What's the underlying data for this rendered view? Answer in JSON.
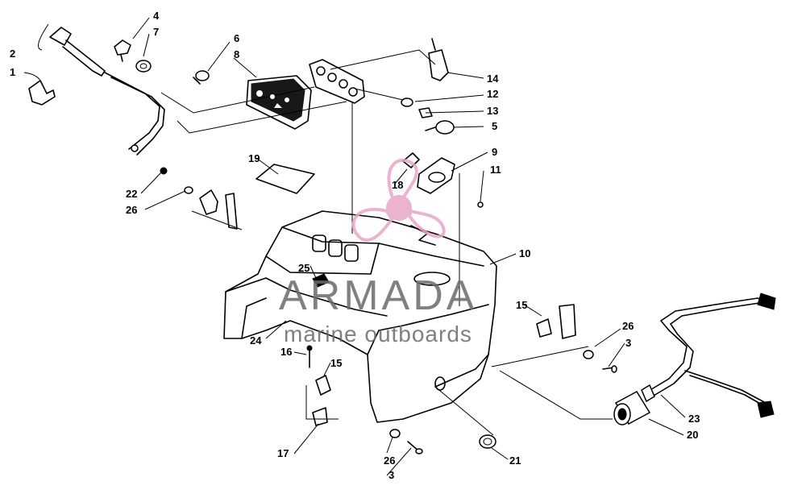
{
  "diagram": {
    "callouts": [
      {
        "id": "c1",
        "text": "1"
      },
      {
        "id": "c2",
        "text": "2"
      },
      {
        "id": "c4",
        "text": "4"
      },
      {
        "id": "c7",
        "text": "7"
      },
      {
        "id": "c6",
        "text": "6"
      },
      {
        "id": "c8",
        "text": "8"
      },
      {
        "id": "c14",
        "text": "14"
      },
      {
        "id": "c12",
        "text": "12"
      },
      {
        "id": "c13",
        "text": "13"
      },
      {
        "id": "c5",
        "text": "5"
      },
      {
        "id": "c9",
        "text": "9"
      },
      {
        "id": "c11",
        "text": "11"
      },
      {
        "id": "c18",
        "text": "18"
      },
      {
        "id": "c19",
        "text": "19"
      },
      {
        "id": "c22",
        "text": "22"
      },
      {
        "id": "c26a",
        "text": "26"
      },
      {
        "id": "c10",
        "text": "10"
      },
      {
        "id": "c25",
        "text": "25"
      },
      {
        "id": "c24",
        "text": "24"
      },
      {
        "id": "c15a",
        "text": "15"
      },
      {
        "id": "c26b",
        "text": "26"
      },
      {
        "id": "c3a",
        "text": "3"
      },
      {
        "id": "c16",
        "text": "16"
      },
      {
        "id": "c15b",
        "text": "15"
      },
      {
        "id": "c17",
        "text": "17"
      },
      {
        "id": "c26c",
        "text": "26"
      },
      {
        "id": "c3b",
        "text": "3"
      },
      {
        "id": "c21",
        "text": "21"
      },
      {
        "id": "c23",
        "text": "23"
      },
      {
        "id": "c20",
        "text": "20"
      }
    ]
  },
  "watermark": {
    "brand": "ARMADA",
    "tagline": "marine outboards",
    "logo_color": "#e8a6c8",
    "text_color": "#6b6b6b"
  }
}
